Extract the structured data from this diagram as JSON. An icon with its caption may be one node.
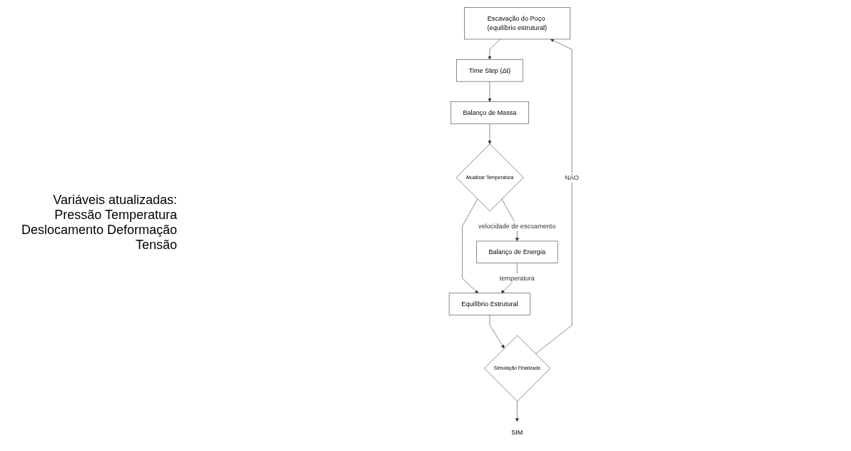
{
  "diagram": {
    "nodes": [
      {
        "text": [
          "Escavação do Poço (equilíbrio estrutural)"
        ]
      },
      {
        "text": [
          "Time Step (Δt)"
        ]
      },
      {
        "text": [
          "Balanço de Massa"
        ]
      },
      {
        "text": [
          "Atualizar Temperatura"
        ]
      },
      {
        "text": [
          "Equilíbrio Estrutural"
        ]
      },
      {
        "text": [
          "Balanço de Energia"
        ]
      },
      {
        "text": [
          "Simulação Finalizada"
        ]
      },
      {
        "text": [
          "SIM"
        ]
      }
    ],
    "edges": [
      {
        "from": 0,
        "to": 1,
        "arrow": "to"
      },
      {
        "from": 1,
        "to": 2,
        "arrow": "to"
      },
      {
        "from": 2,
        "to": 3,
        "arrow": "to"
      },
      {
        "from": 3,
        "to": 5,
        "arrow": "to",
        "label": "velocidade de escoamento"
      },
      {
        "from": 3,
        "to": 4,
        "arrow": "to"
      },
      {
        "from": 5,
        "to": 4,
        "arrow": "to",
        "label": "temperatura"
      },
      {
        "from": 4,
        "to": 6,
        "arrow": "to"
      },
      {
        "from": 6,
        "to": 7,
        "arrow": "to"
      },
      {
        "from": 6,
        "to": 0,
        "arrow": "to",
        "label": "NÃO"
      }
    ],
    "labels": [
      "Variáveis atualizadas: Pressão Temperatura Deslocamento Deformação Tensão"
    ]
  }
}
